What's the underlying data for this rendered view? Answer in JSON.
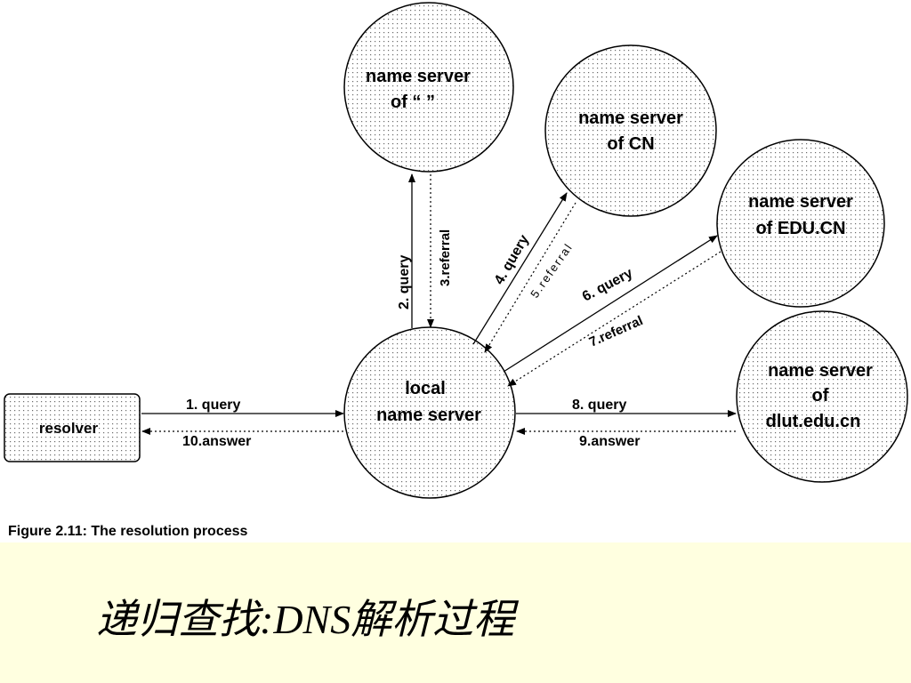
{
  "nodes": {
    "root": [
      "name server",
      "of “ ”"
    ],
    "cn": [
      "name server",
      "of CN"
    ],
    "edu": [
      "name server",
      "of EDU.CN"
    ],
    "dlut": [
      "name server",
      "of",
      "dlut.edu.cn"
    ],
    "local": [
      "local",
      "name server"
    ],
    "resolver": [
      "resolver"
    ]
  },
  "edges": {
    "e1": "1. query",
    "e10": "10.answer",
    "e2": "2. query",
    "e3": "3.referral",
    "e4": "4. query",
    "e5": "5.referral",
    "e6": "6. query",
    "e7": "7.referral",
    "e8": "8. query",
    "e9": "9.answer"
  },
  "figure_caption": "Figure 2.11: The resolution process",
  "slide_title": "递归查找:DNS解析过程"
}
